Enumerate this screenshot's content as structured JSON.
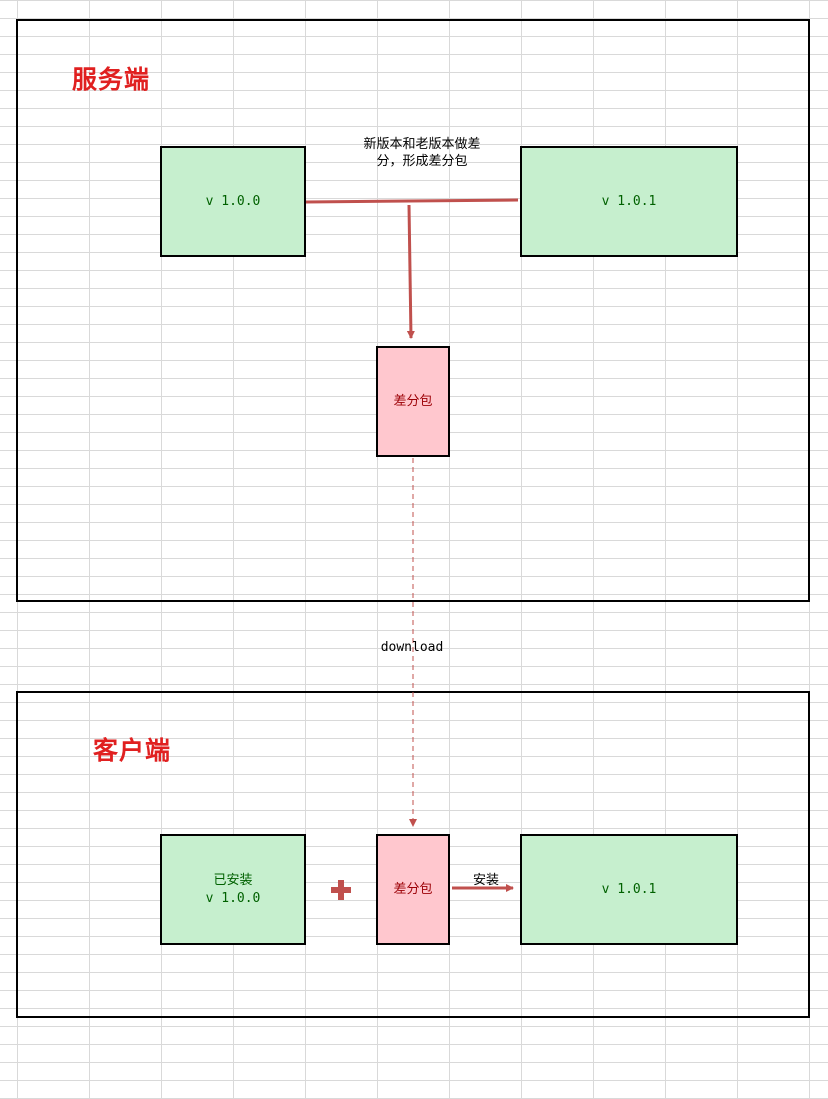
{
  "server": {
    "title": "服务端",
    "old_version": "v 1.0.0",
    "new_version": "v 1.0.1",
    "diff_note": "新版本和老版本做差分，形成差分包",
    "diff_package": "差分包"
  },
  "transfer": {
    "download_label": "download"
  },
  "client": {
    "title": "客户端",
    "installed_label": "已安装",
    "installed_version": "v 1.0.0",
    "diff_package": "差分包",
    "install_label": "安装",
    "result_version": "v 1.0.1"
  },
  "colors": {
    "title_red": "#e02020",
    "arrow_red": "#c0504d",
    "green_fill": "#c6efce",
    "green_text": "#006100",
    "pink_fill": "#ffc7ce",
    "pink_text": "#9c0006"
  },
  "icons": {
    "plus": "plus-icon"
  }
}
